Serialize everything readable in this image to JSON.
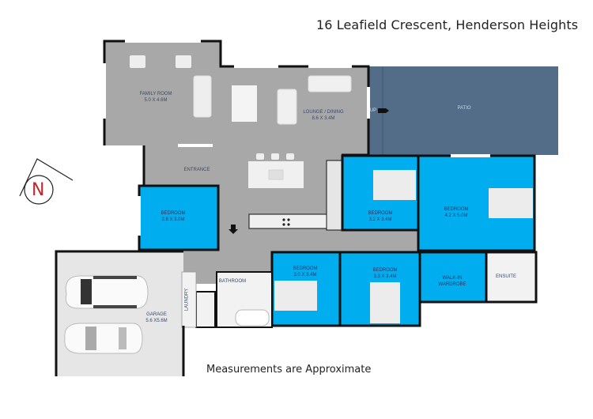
{
  "header": {
    "title": "16 Leafield Crescent, Henderson Heights"
  },
  "footer": {
    "note": "Measurements are Approximate"
  },
  "compass": {
    "letter": "N",
    "color": "#c0262d"
  },
  "colors": {
    "living_grey": "#a8a8a8",
    "bedroom_blue": "#00aeef",
    "patio_slate": "#536c88",
    "wet_area_white": "#f2f2f2",
    "garage_light": "#e6e6e6",
    "wall": "#111111"
  },
  "rooms": [
    {
      "id": "family",
      "name": "FAMILY ROOM",
      "size": "5.0 x 4.6m"
    },
    {
      "id": "lounge",
      "name": "LOUNGE / DINING",
      "size": "8.6 x 3.4m"
    },
    {
      "id": "patio",
      "name": "PATIO",
      "size": ""
    },
    {
      "id": "entrance",
      "name": "ENTRANCE",
      "size": ""
    },
    {
      "id": "bed1",
      "name": "BEDROOM",
      "size": "2.8 x 3.0m"
    },
    {
      "id": "bed2",
      "name": "BEDROOM",
      "size": "3.2 x 3.4m"
    },
    {
      "id": "bed3",
      "name": "BEDROOM",
      "size": "4.2 x 5.0m"
    },
    {
      "id": "bed4",
      "name": "BEDROOM",
      "size": "3.0 x 3.4m"
    },
    {
      "id": "bed5",
      "name": "BEDROOM",
      "size": "3.3 x 3.4m"
    },
    {
      "id": "wir",
      "name": "WALK-IN WARDROBE",
      "size": ""
    },
    {
      "id": "ensuite",
      "name": "ENSUITE",
      "size": ""
    },
    {
      "id": "bathroom",
      "name": "BATHROOM",
      "size": ""
    },
    {
      "id": "laundry",
      "name": "LAUNDRY",
      "size": ""
    },
    {
      "id": "garage",
      "name": "GARAGE",
      "size": "5.6 x5.6m"
    }
  ],
  "annotations": {
    "up_label": "UP"
  }
}
